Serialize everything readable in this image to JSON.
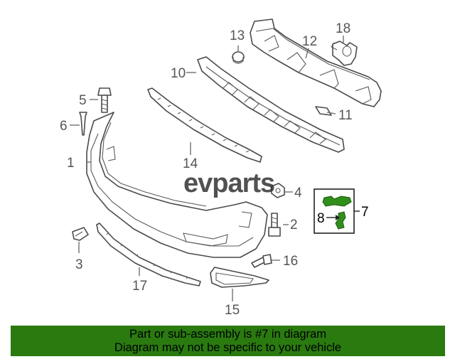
{
  "callouts": {
    "c1": "1",
    "c2": "2",
    "c3": "3",
    "c4": "4",
    "c5": "5",
    "c6": "6",
    "c7": "7",
    "c8": "8",
    "c10": "10",
    "c11": "11",
    "c12": "12",
    "c13": "13",
    "c14": "14",
    "c15": "15",
    "c16": "16",
    "c17": "17",
    "c18": "18"
  },
  "watermark": "evparts",
  "notice": {
    "line1": "Part or sub-assembly is #7 in diagram",
    "line2": "Diagram may not be specific to your vehicle"
  },
  "colors": {
    "notice_background": "#2a7a10",
    "highlighted_part": "#2f8f1a",
    "line_art": "#4a4a4a"
  }
}
